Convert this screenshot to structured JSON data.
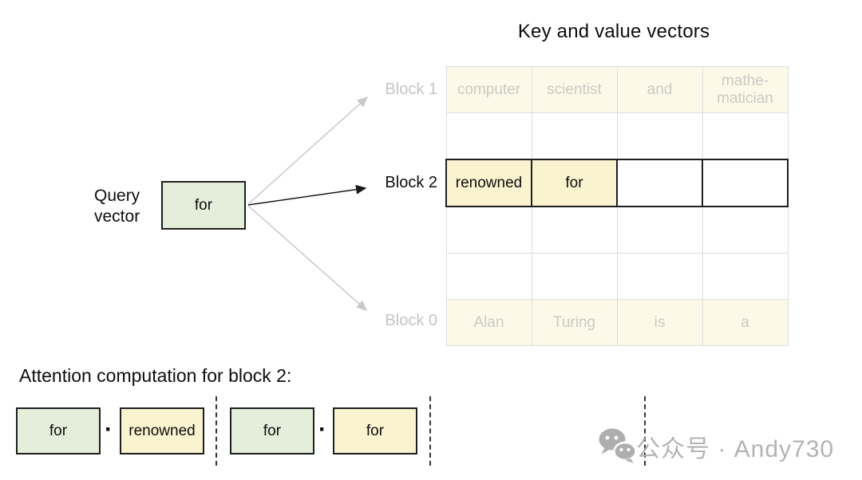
{
  "title": "Key and value vectors",
  "query": {
    "label": "Query\nvector",
    "box": "for"
  },
  "kv_grid": {
    "row_labels": {
      "block1": "Block 1",
      "block2": "Block 2",
      "block0": "Block 0"
    },
    "rows": [
      {
        "cells": [
          "computer",
          "scientist",
          "and",
          "mathe-\nmatician"
        ]
      },
      {
        "cells": [
          "",
          "",
          "",
          ""
        ]
      },
      {
        "cells": [
          "renowned",
          "for",
          "",
          ""
        ]
      },
      {
        "cells": [
          "",
          "",
          "",
          ""
        ]
      },
      {
        "cells": [
          "",
          "",
          "",
          ""
        ]
      },
      {
        "cells": [
          "Alan",
          "Turing",
          "is",
          "a"
        ]
      }
    ]
  },
  "attention": {
    "heading": "Attention computation for block 2:",
    "dot": "·",
    "pairs": [
      {
        "query": "for",
        "key": "renowned"
      },
      {
        "query": "for",
        "key": "for"
      }
    ]
  },
  "watermark": {
    "icon": "wechat-icon",
    "text": "公众号 · Andy730"
  },
  "colors": {
    "query_green": "#e4eeda",
    "active_yellow": "#faf3d0",
    "faded_cream": "#fcf9e9",
    "grid_line": "#dedede",
    "faded_text": "#cbcac2",
    "dark_border": "#1f1f1f",
    "arrow_gray": "#c9c9c9",
    "watermark_gray": "#b3b3b3"
  }
}
